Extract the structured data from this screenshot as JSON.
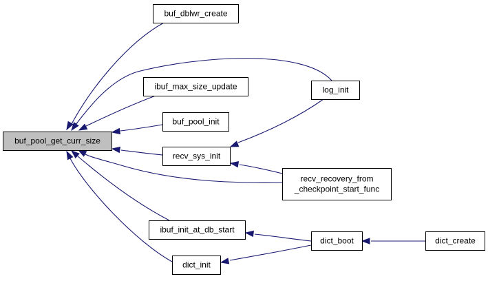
{
  "colors": {
    "highlight_fill": "#bfbfbf",
    "node_fill": "#ffffff",
    "edge": "#191970",
    "border": "#000000"
  },
  "nodes": [
    {
      "id": "buf_pool_get_curr_size",
      "lines": [
        "buf_pool_get_curr_size"
      ],
      "highlight": true
    },
    {
      "id": "buf_dblwr_create",
      "lines": [
        "buf_dblwr_create"
      ]
    },
    {
      "id": "ibuf_max_size_update",
      "lines": [
        "ibuf_max_size_update"
      ]
    },
    {
      "id": "buf_pool_init",
      "lines": [
        "buf_pool_init"
      ]
    },
    {
      "id": "recv_sys_init",
      "lines": [
        "recv_sys_init"
      ]
    },
    {
      "id": "ibuf_init_at_db_start",
      "lines": [
        "ibuf_init_at_db_start"
      ]
    },
    {
      "id": "dict_init",
      "lines": [
        "dict_init"
      ]
    },
    {
      "id": "log_init",
      "lines": [
        "log_init"
      ]
    },
    {
      "id": "recv_recovery_from_checkpoint_start_func",
      "lines": [
        "recv_recovery_from",
        "_checkpoint_start_func"
      ]
    },
    {
      "id": "dict_boot",
      "lines": [
        "dict_boot"
      ]
    },
    {
      "id": "dict_create",
      "lines": [
        "dict_create"
      ]
    }
  ],
  "edges": [
    {
      "from": "buf_dblwr_create",
      "to": "buf_pool_get_curr_size"
    },
    {
      "from": "log_init",
      "to": "buf_pool_get_curr_size"
    },
    {
      "from": "ibuf_max_size_update",
      "to": "buf_pool_get_curr_size"
    },
    {
      "from": "buf_pool_init",
      "to": "buf_pool_get_curr_size"
    },
    {
      "from": "recv_sys_init",
      "to": "buf_pool_get_curr_size"
    },
    {
      "from": "recv_recovery_from_checkpoint_start_func",
      "to": "buf_pool_get_curr_size"
    },
    {
      "from": "ibuf_init_at_db_start",
      "to": "buf_pool_get_curr_size"
    },
    {
      "from": "dict_init",
      "to": "buf_pool_get_curr_size"
    },
    {
      "from": "log_init",
      "to": "recv_sys_init"
    },
    {
      "from": "recv_recovery_from_checkpoint_start_func",
      "to": "recv_sys_init"
    },
    {
      "from": "dict_boot",
      "to": "ibuf_init_at_db_start"
    },
    {
      "from": "dict_boot",
      "to": "dict_init"
    },
    {
      "from": "dict_create",
      "to": "dict_boot"
    }
  ]
}
